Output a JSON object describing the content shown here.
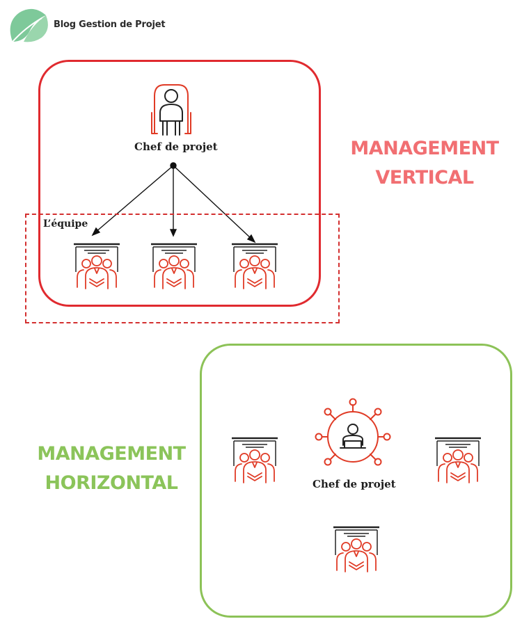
{
  "brand": {
    "name": "Blog Gestion de Projet",
    "logo_color": "#7ec99a"
  },
  "vertical": {
    "title_lines": [
      "MANAGEMENT",
      "VERTICAL"
    ],
    "leader_label": "Chef de projet",
    "team_label": "L’équipe",
    "frame_color": "#e02a2f",
    "title_color": "#f16f72"
  },
  "horizontal": {
    "title_lines": [
      "MANAGEMENT",
      "HORIZONTAL"
    ],
    "leader_label": "Chef de projet",
    "frame_color": "#8cc257",
    "title_color": "#8bc45a"
  },
  "icons": {
    "team": "team-at-table-icon",
    "leader": "leader-on-throne-icon",
    "hub": "network-hub-leader-icon"
  }
}
